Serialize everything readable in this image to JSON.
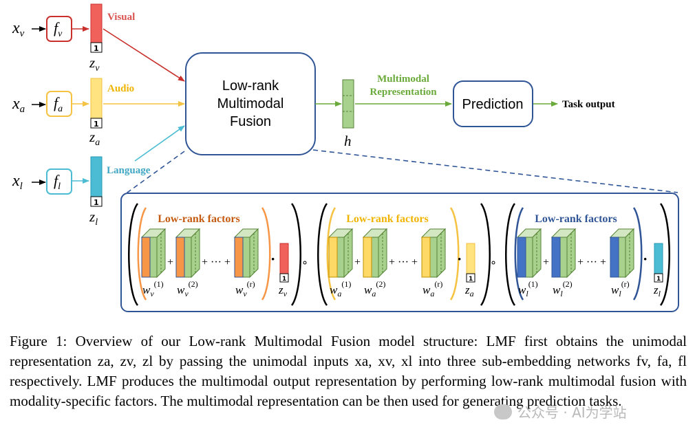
{
  "inputs": {
    "visual": {
      "sym": "x",
      "sub": "v",
      "fn_sym": "f",
      "fn_sub": "v",
      "z_sym": "z",
      "z_sub": "v",
      "marker": "1",
      "label": "Visual"
    },
    "audio": {
      "sym": "x",
      "sub": "a",
      "fn_sym": "f",
      "fn_sub": "a",
      "z_sym": "z",
      "z_sub": "a",
      "marker": "1",
      "label": "Audio"
    },
    "language": {
      "sym": "x",
      "sub": "l",
      "fn_sym": "f",
      "fn_sub": "l",
      "z_sym": "z",
      "z_sub": "l",
      "marker": "1",
      "label": "Language"
    }
  },
  "fusion": {
    "line1": "Low-rank",
    "line2": "Multimodal",
    "line3": "Fusion"
  },
  "representation": {
    "line1": "Multimodal",
    "line2": "Representation",
    "h_label": "h"
  },
  "prediction": {
    "label": "Prediction",
    "output": "Task output"
  },
  "factor_groups": [
    {
      "title": "Low-rank factors",
      "w1_base": "w",
      "w1_sub": "v",
      "w1_sup": "(1)",
      "w2_base": "w",
      "w2_sub": "v",
      "w2_sup": "(2)",
      "wr_base": "w",
      "wr_sub": "v",
      "wr_sup": "(r)",
      "z_base": "z",
      "z_sub": "v",
      "plus1": "+",
      "plus2": "+ ··· +",
      "dot": "·",
      "marker": "1"
    },
    {
      "title": "Low-rank factors",
      "w1_base": "w",
      "w1_sub": "a",
      "w1_sup": "(1)",
      "w2_base": "w",
      "w2_sub": "a",
      "w2_sup": "(2)",
      "wr_base": "w",
      "wr_sub": "a",
      "wr_sup": "(r)",
      "z_base": "z",
      "z_sub": "a",
      "plus1": "+",
      "plus2": "+ ··· +",
      "dot": "·",
      "marker": "1"
    },
    {
      "title": "Low-rank factors",
      "w1_base": "w",
      "w1_sub": "l",
      "w1_sup": "(1)",
      "w2_base": "w",
      "w2_sub": "l",
      "w2_sup": "(2)",
      "wr_base": "w",
      "wr_sub": "l",
      "wr_sup": "(r)",
      "z_base": "z",
      "z_sub": "l",
      "plus1": "+",
      "plus2": "+ ··· +",
      "dot": "·",
      "marker": "1"
    }
  ],
  "operators": {
    "hadamard1": "∘",
    "hadamard2": "∘"
  },
  "caption": "Figure 1: Overview of our Low-rank Multimodal Fusion model structure: LMF first obtains the unimodal representation za, zv, zl by passing the unimodal inputs xa, xv, xl into three sub-embedding networks fv, fa, fl respectively. LMF produces the multimodal output representation by performing low-rank multimodal fusion with modality-specific factors. The multimodal representation can be then used for generating prediction tasks.",
  "watermark": "公众号 · AI为学站",
  "colors": {
    "visual": "#e8524f",
    "visual_label": "#d9534f",
    "audio": "#ffd966",
    "audio_line": "#f5c242",
    "audio_label": "#f0b400",
    "language": "#4bbcd3",
    "language_label": "#41a7c4",
    "green": "#a9d18e",
    "green_dark": "#548235",
    "green_label": "#6aaa3a",
    "orange": "#f79646",
    "orange_title": "#c55a11",
    "navy": "#2f5597",
    "blue_factor": "#4472c4",
    "blue_title": "#2f5597",
    "gold_frame": "#f5c242",
    "gold_title": "#f0b400"
  }
}
